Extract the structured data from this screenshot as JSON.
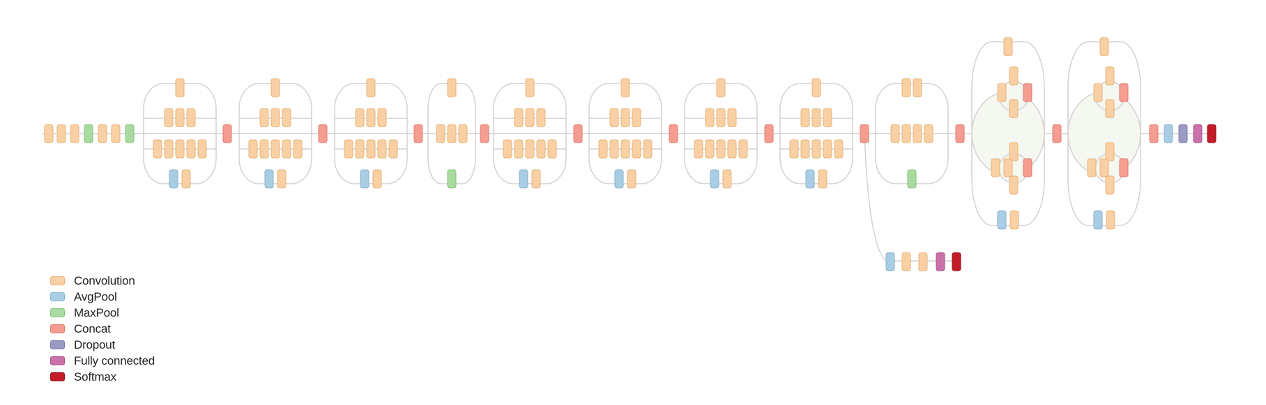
{
  "colors": {
    "convolution": "#f9d0a3",
    "avgpool": "#a9cde2",
    "maxpool": "#a9dba0",
    "concat": "#f59d90",
    "dropout": "#9b9ac4",
    "fully_connected": "#c971a8",
    "softmax": "#c21c28",
    "line": "#d2d2d2",
    "region_fill": "#f4f8f0"
  },
  "legend": {
    "items": [
      {
        "key": "convolution",
        "label": "Convolution"
      },
      {
        "key": "avgpool",
        "label": "AvgPool"
      },
      {
        "key": "maxpool",
        "label": "MaxPool"
      },
      {
        "key": "concat",
        "label": "Concat"
      },
      {
        "key": "dropout",
        "label": "Dropout"
      },
      {
        "key": "fully_connected",
        "label": "Fully connected"
      },
      {
        "key": "softmax",
        "label": "Softmax"
      }
    ]
  },
  "diagram": {
    "stem": [
      "convolution",
      "convolution",
      "convolution",
      "maxpool",
      "convolution",
      "convolution",
      "maxpool"
    ],
    "blocks": [
      {
        "type": "inception_a",
        "pool": "avgpool"
      },
      {
        "type": "inception_a",
        "pool": "avgpool"
      },
      {
        "type": "inception_a",
        "pool": "avgpool"
      },
      {
        "type": "reduction_a",
        "pool": "maxpool"
      },
      {
        "type": "inception_b",
        "pool": "avgpool"
      },
      {
        "type": "inception_b",
        "pool": "avgpool"
      },
      {
        "type": "inception_b",
        "pool": "avgpool"
      },
      {
        "type": "inception_b",
        "pool": "avgpool"
      },
      {
        "type": "reduction_b",
        "pool": "maxpool"
      },
      {
        "type": "inception_c",
        "pool": "avgpool"
      },
      {
        "type": "inception_c",
        "pool": "avgpool"
      }
    ],
    "auxiliary_head": [
      "avgpool",
      "convolution",
      "convolution",
      "fully_connected",
      "softmax"
    ],
    "final_head": [
      "concat",
      "avgpool",
      "dropout",
      "fully_connected",
      "softmax"
    ]
  }
}
